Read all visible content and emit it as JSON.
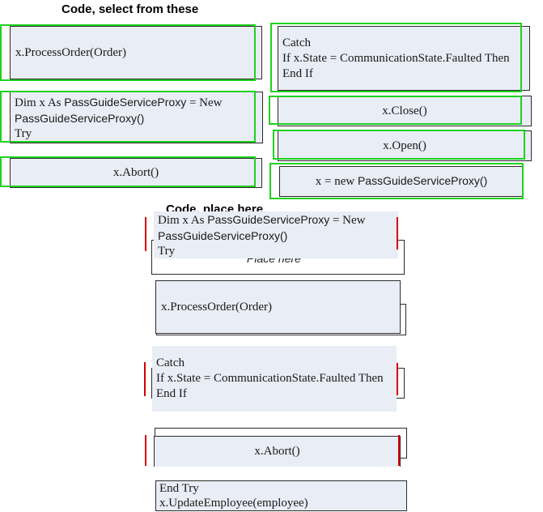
{
  "source": {
    "heading": "Code, select from these",
    "items": {
      "process_order": "x.ProcessOrder(Order)",
      "dim_line1_a": "Dim x As ",
      "dim_line1_b": "PassGuideServiceProxy",
      "dim_line1_c": " = New",
      "dim_line2": "PassGuideServiceProxy()",
      "dim_line3": "Try",
      "abort": "x.Abort()",
      "catch_line1": "Catch",
      "catch_line2": "If x.State = CommunicationState.Faulted Then",
      "catch_line3": "End If",
      "close": "x.Close()",
      "open": "x.Open()",
      "new_a": "x = new ",
      "new_b": "PassGuideServiceProxy()"
    }
  },
  "target": {
    "heading": "Code, place here",
    "placeholder": "Place here",
    "slot1": {
      "line1_a": "Dim x As ",
      "line1_b": "PassGuideServiceProxy",
      "line1_c": " = New",
      "line2": "PassGuideServiceProxy()",
      "line3": "Try"
    },
    "slot2": "x.ProcessOrder(Order)",
    "slot3": {
      "line1": "Catch",
      "line2": "If x.State = CommunicationState.Faulted Then",
      "line3": "End If"
    },
    "slot4": "x.Abort()",
    "footer": {
      "line1": "End Try",
      "line2": "x.UpdateEmployee(employee)"
    }
  },
  "colors": {
    "tile_fill": "#e9edf5",
    "selection_outline": "#1fd11f",
    "drop_marker": "#d40000"
  }
}
